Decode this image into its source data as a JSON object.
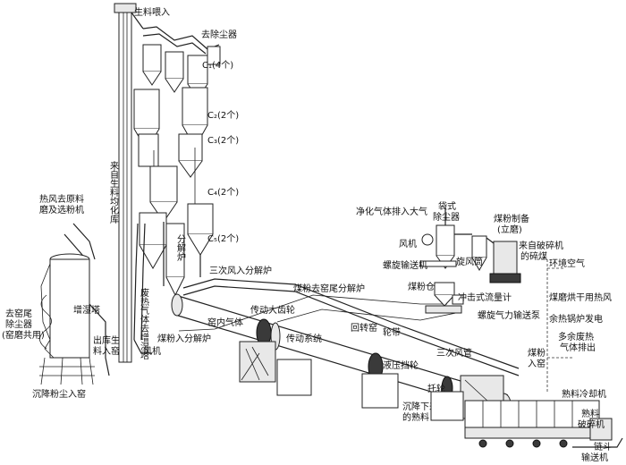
{
  "labels": {
    "raw_feed": "生料喂入",
    "to_dust_collector": "去除尘器",
    "c1": "C₁(4个)",
    "c2": "C₂(2个)",
    "c3": "C₃(2个)",
    "c4": "C₄(2个)",
    "c5": "C₅(2个)",
    "from_raw_homogenizing": "来自生料均化库",
    "hot_air_to_raw_mill": "热风去原料磨及选粉机",
    "conditioning_tower": "增湿塔",
    "kiln_tail_dust": "去窑尾除尘器(窑磨共用)",
    "raw_outlet_to_kiln": "出库生料入窑",
    "settled_dust_to_kiln": "沉降粉尘入窑",
    "fan": "风机",
    "waste_gas_to_tower": "废热气体去增湿塔",
    "precalciner": "分解炉",
    "tertiary_air_to_calciner": "三次风入分解炉",
    "coal_to_calciner": "煤粉入分解炉",
    "coal_to_kiln_tail": "煤粉去窑尾分解炉",
    "kiln_gas": "窑内气体",
    "transmission_gear": "传动大齿轮",
    "transmission_system": "传动系统",
    "rotary_kiln": "回转窑",
    "tire": "轮带",
    "hydraulic_thrust": "液压挡轮",
    "support_roller": "托轮",
    "falling_clinker": "沉降下来的熟料",
    "purified_gas_exhaust": "净化气体排入大气",
    "bag_filter": "袋式除尘器",
    "coal_prep": "煤粉制备(立磨)",
    "crushed_coal": "来自破碎机的碎煤",
    "fan2": "风机",
    "cyclone": "旋风筒",
    "screw_conveyor": "螺旋输送机",
    "coal_bin": "煤粉仓",
    "impact_flowmeter": "冲击式流量计",
    "screw_pump": "螺旋气力输送泵",
    "ambient_air": "环境空气",
    "tertiary_duct": "三次风管",
    "coal_to_kiln": "煤粉入窑",
    "coal_mill_drying": "煤磨烘干用热风",
    "boiler_power": "余热锅炉发电",
    "excess_gas": "多余废热气体排出",
    "clinker_cooler": "熟料冷却机",
    "clinker_crusher": "熟料破碎机",
    "bucket_conveyor": "链斗输送机"
  },
  "colors": {
    "ink": "#222222",
    "paper": "#ffffff",
    "fill_dark": "#3a3a3a",
    "fill_light": "#e8e8e8"
  }
}
